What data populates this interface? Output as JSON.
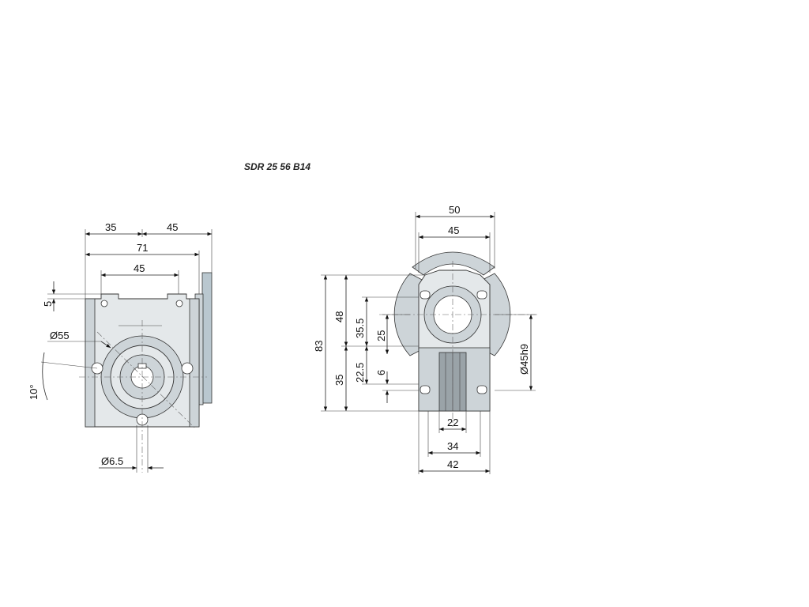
{
  "title": "SDR 25 56 B14",
  "front_view": {
    "dim_35": "35",
    "dim_45_top": "45",
    "dim_71": "71",
    "dim_45_inner": "45",
    "dim_5": "5",
    "dim_phi55": "Ø55",
    "dim_10deg": "10°",
    "dim_phi6_5": "Ø6.5"
  },
  "side_view": {
    "dim_50": "50",
    "dim_45": "45",
    "dim_83": "83",
    "dim_48": "48",
    "dim_35_5": "35.5",
    "dim_25": "25",
    "dim_35": "35",
    "dim_22_5": "22.5",
    "dim_6": "6",
    "dim_phi45h9": "Ø45h9",
    "dim_22": "22",
    "dim_34": "34",
    "dim_42": "42"
  }
}
